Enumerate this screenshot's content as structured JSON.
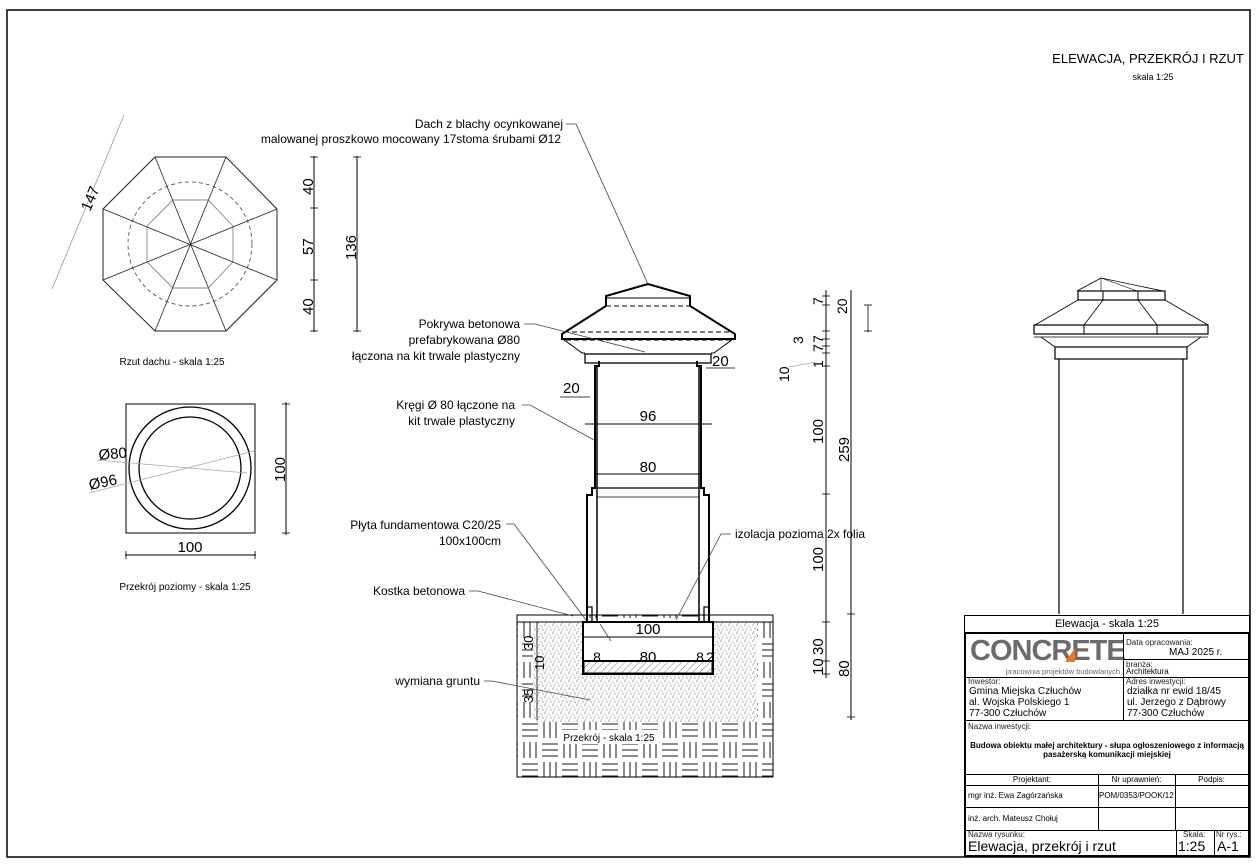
{
  "sheet": {
    "title": "ELEWACJA, PRZEKRÓJ I RZUT",
    "subtitle": "skala 1:25"
  },
  "roof_plan": {
    "caption": "Rzut dachu - skala 1:25",
    "dim_diagonal": "147",
    "dims_vertical": [
      "40",
      "57",
      "40"
    ],
    "dim_total": "136"
  },
  "horizontal_section": {
    "caption": "Przekrój poziomy - skala 1:25",
    "dim_inner_diameter": "Ø80",
    "dim_outer_diameter": "Ø96",
    "dim_width": "100",
    "dim_height": "100"
  },
  "section": {
    "caption": "Przekrój - skala 1:25",
    "annotations": {
      "roof_line1": "Dach z blachy ocynkowanej",
      "roof_line2": "malowanej proszkowo mocowany 17stoma śrubami Ø12",
      "cover_line1": "Pokrywa betonowa",
      "cover_line2": "prefabrykowana Ø80",
      "cover_line3": "łączona na kit trwale plastyczny",
      "rings_line1": "Kręgi Ø 80 łączone na",
      "rings_line2": "kit trwale plastyczny",
      "slab_line1": "Płyta fundamentowa C20/25",
      "slab_line2": "100x100cm",
      "paving": "Kostka betonowa",
      "insulation": "izolacja pozioma 2x folia",
      "soil": "wymiana gruntu"
    },
    "dims": {
      "cover_overhang_right": "20",
      "ring_offset_left": "20",
      "ring_outer": "96",
      "ring_inner": "80",
      "slab_width": "100",
      "slab_left": "8",
      "slab_mid": "80",
      "slab_right": "8",
      "slab_right2": "2",
      "left_30": "30",
      "left_10": "10",
      "left_35": "35"
    },
    "right_dims": {
      "d7a": "7",
      "d20": "20",
      "d3": "3",
      "d7b": "7",
      "d7c": "7",
      "d1": "1",
      "d10": "10",
      "d100a": "100",
      "d259": "259",
      "d100b": "100",
      "d30": "30",
      "d10b": "10",
      "d80": "80"
    }
  },
  "elevation": {
    "caption": "Elewacja - skala 1:25"
  },
  "title_block": {
    "logo_text_left": "CONC",
    "logo_text_r": "R",
    "logo_text_right": "ETE",
    "logo_tagline": "pracownia projektów budowlanych",
    "logo_accent": "#e8772e",
    "date_label": "Data opracowania:",
    "date_value": "MAJ 2025 r.",
    "branch_label": "branża:",
    "branch_value": "Architektura",
    "investor_label": "Inwestor:",
    "investor_lines": [
      "Gmina Miejska Człuchów",
      "al. Wojska Polskiego 1",
      "77-300 Człuchów"
    ],
    "address_label": "Adres inwestycji:",
    "address_lines": [
      "działka nr ewid 18/45",
      "ul. Jerzego z Dąbrowy",
      "77-300 Człuchów"
    ],
    "project_label": "Nazwa inwestycji:",
    "project_name_line1": "Budowa obiektu małej architektury - słupa ogłoszeniowego z informacją",
    "project_name_line2": "pasażerską komunikacji miejskiej",
    "designer_header": "Projektant:",
    "license_header": "Nr uprawnień:",
    "signature_header": "Podpis:",
    "designers": [
      {
        "name": "mgr inż. Ewa Zagórzańska",
        "license": "POM/0353/POOK/12"
      },
      {
        "name": "inż. arch. Mateusz Chołuj",
        "license": ""
      }
    ],
    "drawing_label": "Nazwa rysunku:",
    "drawing_name": "Elewacja, przekrój i rzut",
    "scale_label": "Skala:",
    "scale_value": "1:25",
    "number_label": "Nr rys.:",
    "number_value": "A-1"
  }
}
